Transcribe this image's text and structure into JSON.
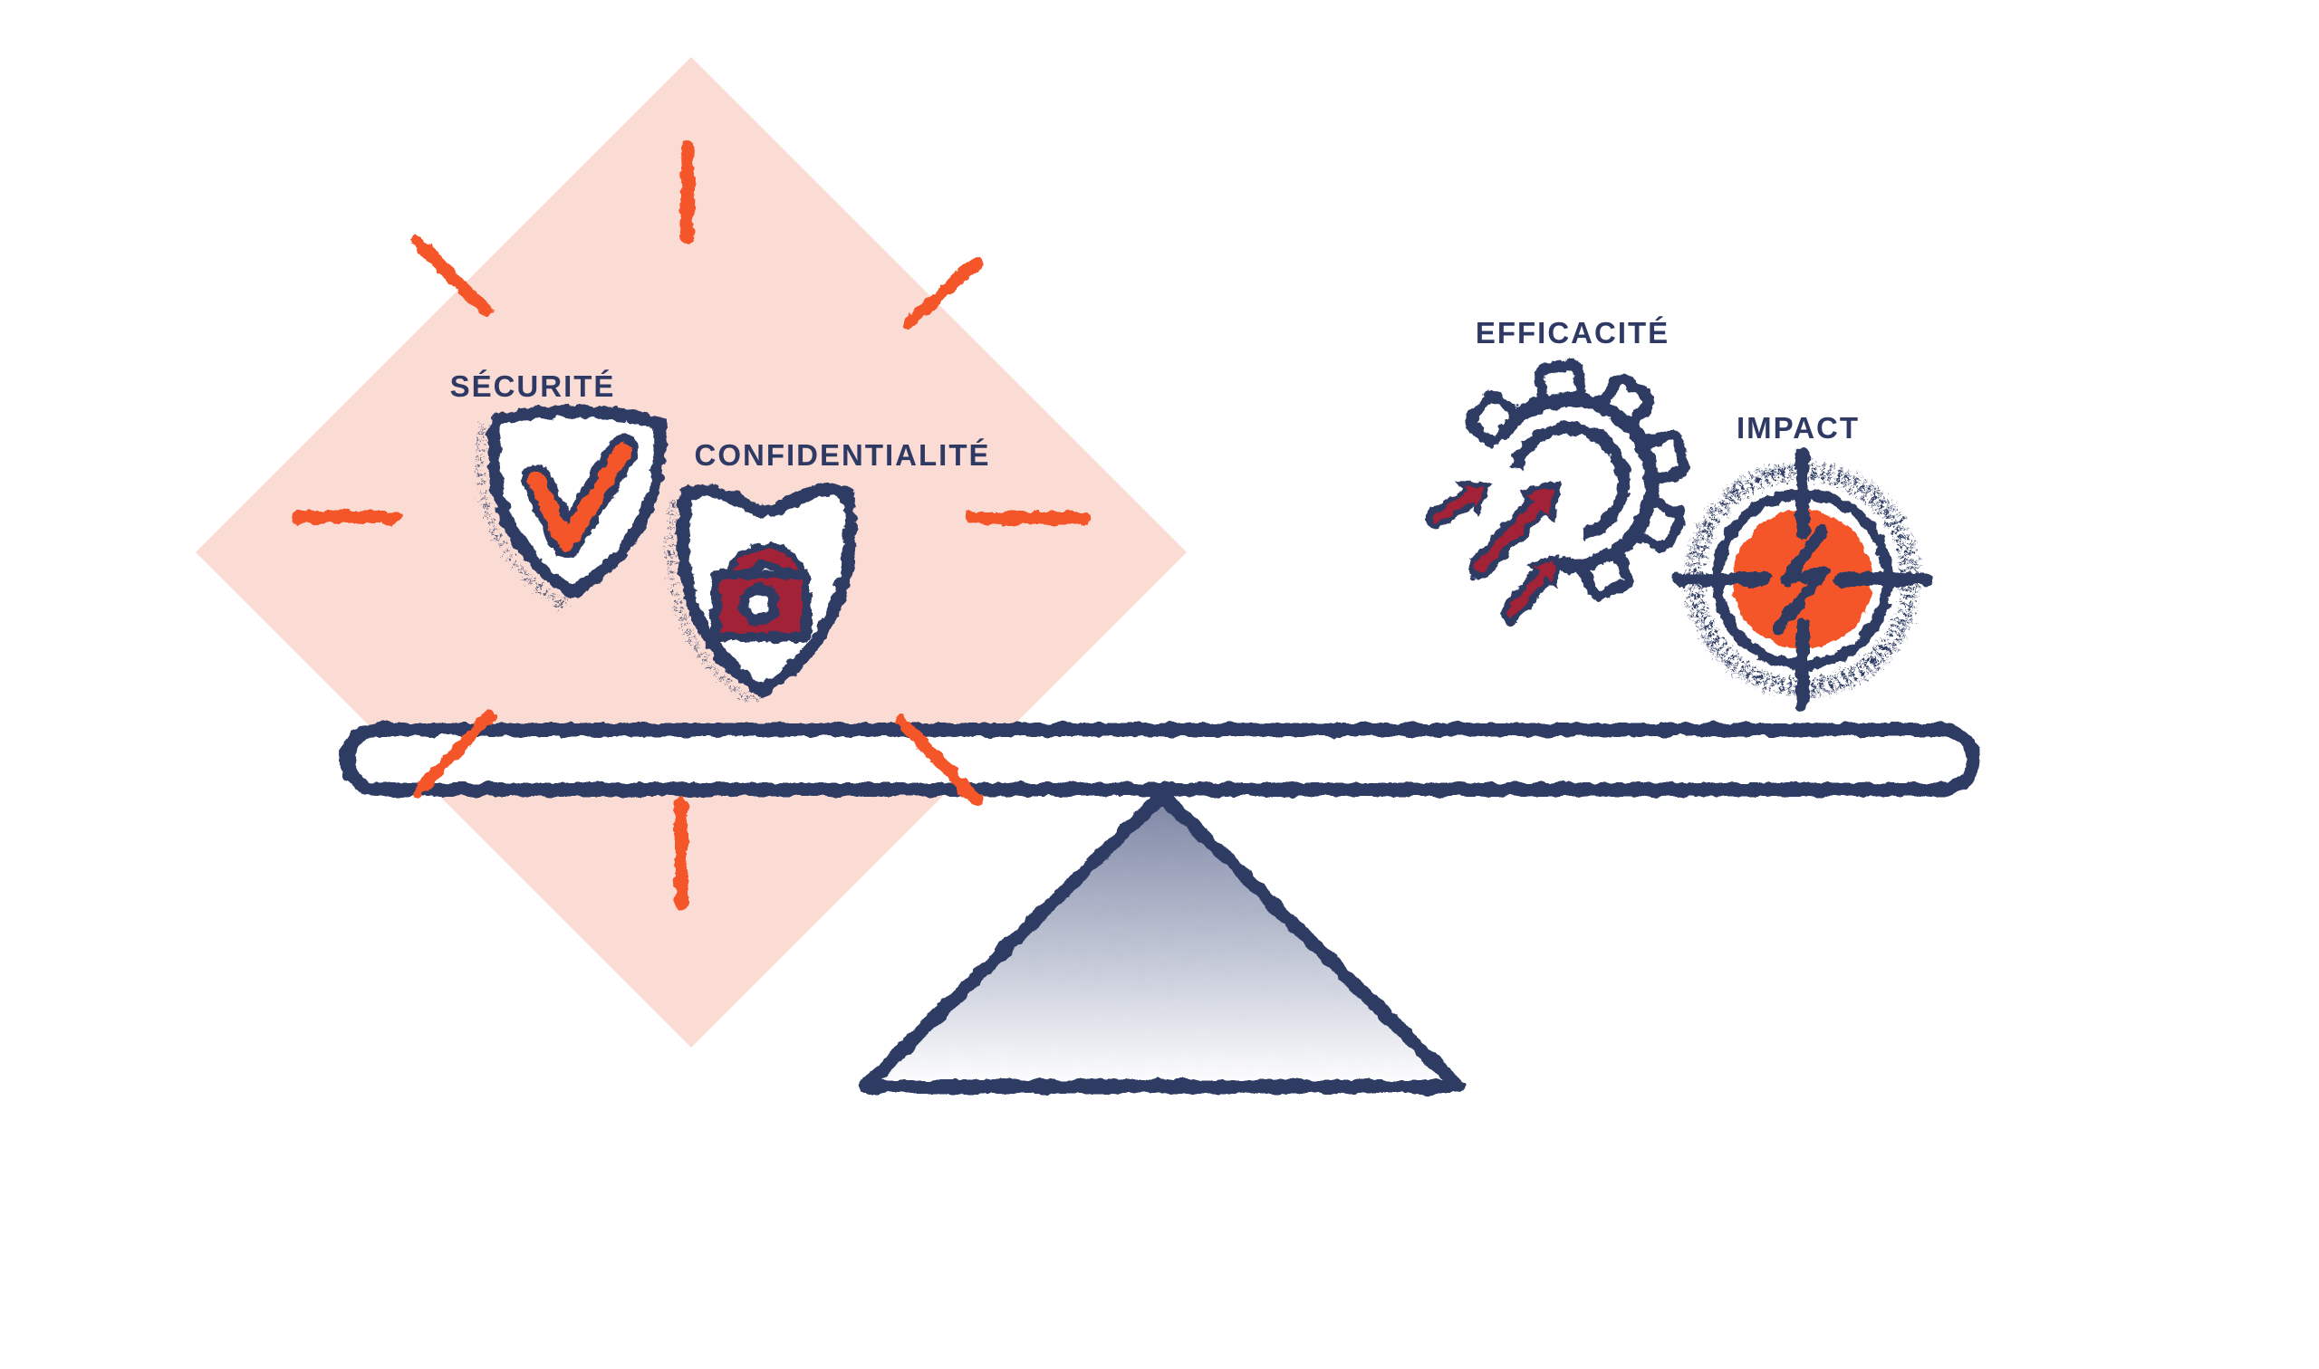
{
  "figure": {
    "type": "balance-scale-illustration",
    "left_side": {
      "background": "pink-diamond-burst",
      "items": [
        {
          "label": "SÉCURITÉ",
          "icon": "shield-check"
        },
        {
          "label": "CONFIDENTIALITÉ",
          "icon": "shield-padlock"
        }
      ]
    },
    "right_side": {
      "items": [
        {
          "label": "EFFICACITÉ",
          "icon": "gear-rising-arrows"
        },
        {
          "label": "IMPACT",
          "icon": "target-lightning"
        }
      ]
    },
    "scale": {
      "beam": "horizontal-rounded-beam",
      "fulcrum": "gradient-triangle"
    }
  },
  "colors": {
    "navy": "#2e3a64",
    "orange": "#f4572b",
    "pink": "#fadcd4",
    "crimson": "#a22337",
    "fulcrum_top": "#7d85a4",
    "background": "#ffffff"
  }
}
